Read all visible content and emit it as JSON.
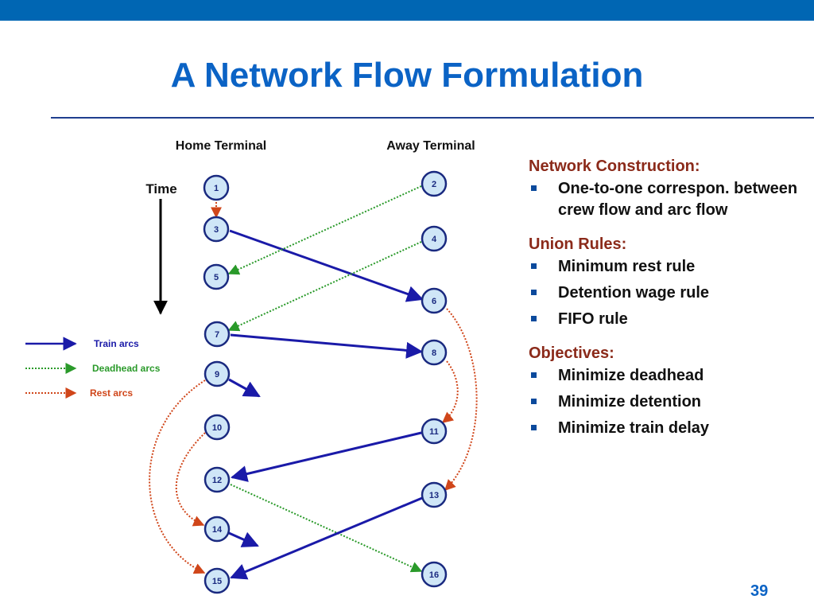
{
  "slide": {
    "title": "A Network Flow Formulation",
    "page_number": "39"
  },
  "colors": {
    "title": "#0b63c5",
    "train_arc": "#1a1aa8",
    "deadhead_arc": "#2a9a2a",
    "rest_arc": "#d0461a",
    "node_fill": "#cfe6f7",
    "node_stroke": "#1a2a80",
    "heading": "#8b2a1a"
  },
  "diagram": {
    "columns": {
      "home": "Home Terminal",
      "away": "Away Terminal"
    },
    "time_label": "Time",
    "legend": [
      {
        "type": "train",
        "label": "Train arcs"
      },
      {
        "type": "deadhead",
        "label": "Deadhead arcs"
      },
      {
        "type": "rest",
        "label": "Rest arcs"
      }
    ],
    "nodes": [
      {
        "id": "1",
        "label": "1",
        "terminal": "home"
      },
      {
        "id": "2",
        "label": "2",
        "terminal": "away"
      },
      {
        "id": "3",
        "label": "3",
        "terminal": "home"
      },
      {
        "id": "4",
        "label": "4",
        "terminal": "away"
      },
      {
        "id": "5",
        "label": "5",
        "terminal": "home"
      },
      {
        "id": "6",
        "label": "6",
        "terminal": "away"
      },
      {
        "id": "7",
        "label": "7",
        "terminal": "home"
      },
      {
        "id": "8",
        "label": "8",
        "terminal": "away"
      },
      {
        "id": "9",
        "label": "9",
        "terminal": "home"
      },
      {
        "id": "10",
        "label": "10",
        "terminal": "home"
      },
      {
        "id": "11",
        "label": "11",
        "terminal": "away"
      },
      {
        "id": "12",
        "label": "12",
        "terminal": "home"
      },
      {
        "id": "13",
        "label": "13",
        "terminal": "away"
      },
      {
        "id": "14",
        "label": "14",
        "terminal": "home"
      },
      {
        "id": "15",
        "label": "15",
        "terminal": "home"
      },
      {
        "id": "16",
        "label": "16",
        "terminal": "away"
      }
    ],
    "arcs": [
      {
        "type": "rest",
        "from": "1",
        "to": "3"
      },
      {
        "type": "train",
        "from": "3",
        "to": "6"
      },
      {
        "type": "deadhead",
        "from": "2",
        "to": "5"
      },
      {
        "type": "deadhead",
        "from": "4",
        "to": "7"
      },
      {
        "type": "train",
        "from": "7",
        "to": "8"
      },
      {
        "type": "rest",
        "from": "6",
        "to": "13"
      },
      {
        "type": "rest",
        "from": "8",
        "to": "11"
      },
      {
        "type": "train",
        "from": "9",
        "to": ""
      },
      {
        "type": "rest",
        "from": "9",
        "to": "15"
      },
      {
        "type": "rest",
        "from": "10",
        "to": "14"
      },
      {
        "type": "train",
        "from": "11",
        "to": "12"
      },
      {
        "type": "deadhead",
        "from": "12",
        "to": "16"
      },
      {
        "type": "train",
        "from": "13",
        "to": "15"
      },
      {
        "type": "train",
        "from": "14",
        "to": ""
      }
    ]
  },
  "side_panel": {
    "sections": [
      {
        "heading": "Network Construction:",
        "items": [
          "One-to-one correspon. between crew flow and arc flow"
        ]
      },
      {
        "heading": "Union Rules:",
        "items": [
          "Minimum rest rule",
          "Detention wage rule",
          "FIFO rule"
        ]
      },
      {
        "heading": "Objectives:",
        "items": [
          "Minimize deadhead",
          "Minimize detention",
          "Minimize train delay"
        ]
      }
    ]
  }
}
